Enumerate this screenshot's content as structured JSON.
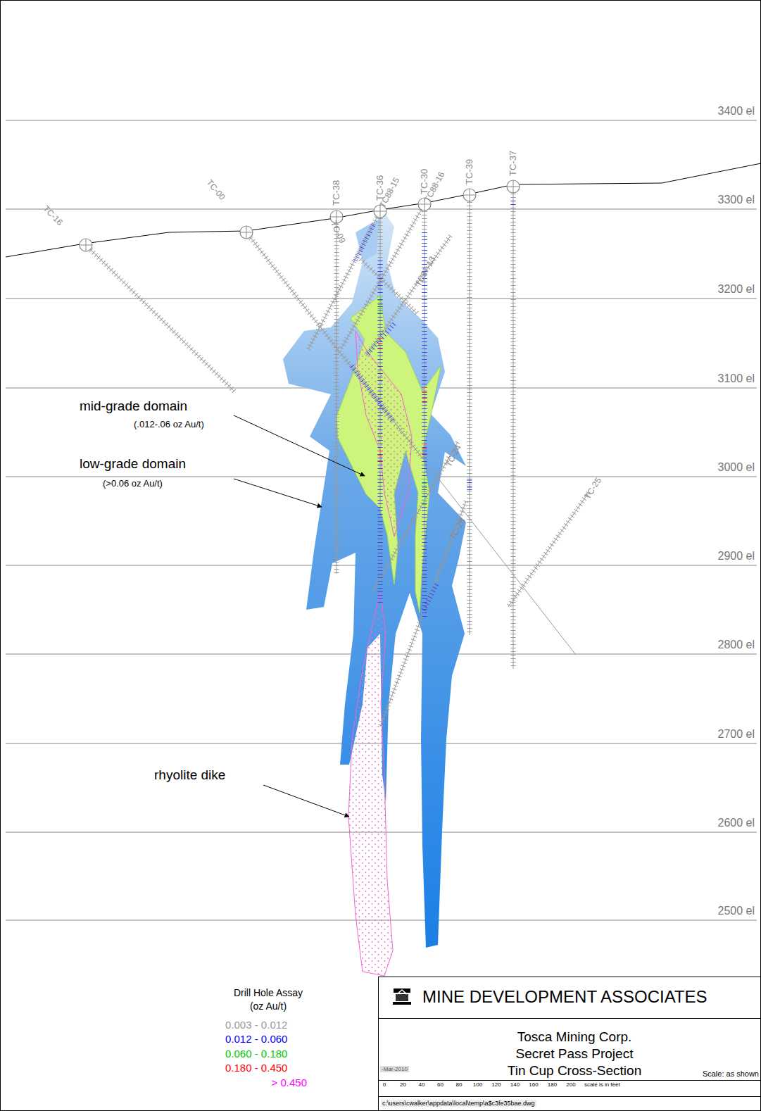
{
  "diagram": {
    "nodes": [
      {
        "text": [
          "MINE DEVELOPMENT ASSOCIATES",
          "Tosca Mining Corp.",
          "Secret Pass Project",
          "Tin Cup Cross-Section",
          "Scale: as shown"
        ]
      }
    ],
    "labels": [
      "3400 el",
      "3300 el",
      "3200 el",
      "3100 el",
      "3000 el",
      "2900 el",
      "2800 el",
      "2700 el",
      "2600 el",
      "2500 el",
      "TC-16",
      "TC-00",
      "TC-09",
      "TC-38",
      "TC-36",
      "TC88-15",
      "TC-30",
      "TC88-16",
      "TC-39",
      "TC-37",
      "TC87-13",
      "TC-24",
      "TC-25",
      "TC-28",
      "mid-grade domain",
      "(.012-.06 oz Au/t)",
      "low-grade domain",
      "(>0.06 oz Au/t)",
      "rhyolite dike",
      "Drill Hole Assay",
      "(oz Au/t)",
      "-Mar-2010",
      "0",
      "20",
      "40",
      "60",
      "80",
      "100",
      "120",
      "140",
      "160",
      "180",
      "200",
      "scale is in feet",
      "c:\\users\\cwalker\\appdata\\local\\temp\\a$c3fe35bae.dwg"
    ],
    "legend": [
      {
        "text": "0.003 - 0.012",
        "color": "#9a9a9a"
      },
      {
        "text": "0.012 - 0.060",
        "color": "#0000ff"
      },
      {
        "text": "0.060 - 0.180",
        "color": "#00c800"
      },
      {
        "text": "0.180 - 0.450",
        "color": "#ff0000"
      },
      {
        "text": "> 0.450",
        "color": "#ff00ff"
      }
    ]
  }
}
